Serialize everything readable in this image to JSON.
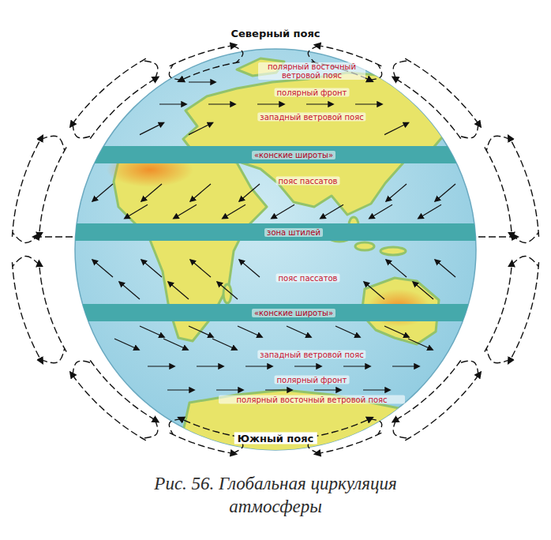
{
  "diagram": {
    "caption": "Рис. 56. Глобальная циркуляция атмосферы",
    "nodes": [
      {
        "text": [
          "«конские широты»"
        ]
      },
      {
        "text": [
          "зона штилей"
        ]
      },
      {
        "text": [
          "«конские широты»"
        ]
      }
    ],
    "edges": [],
    "labels": [
      "Северный пояс",
      "полярный восточный ветровой пояс",
      "полярный фронт",
      "западный ветровой пояс",
      "пояс пассатов",
      "пояс пассатов",
      "западный ветровой пояс",
      "полярный фронт",
      "полярный восточный ветровой пояс",
      "Южный пояс"
    ]
  }
}
